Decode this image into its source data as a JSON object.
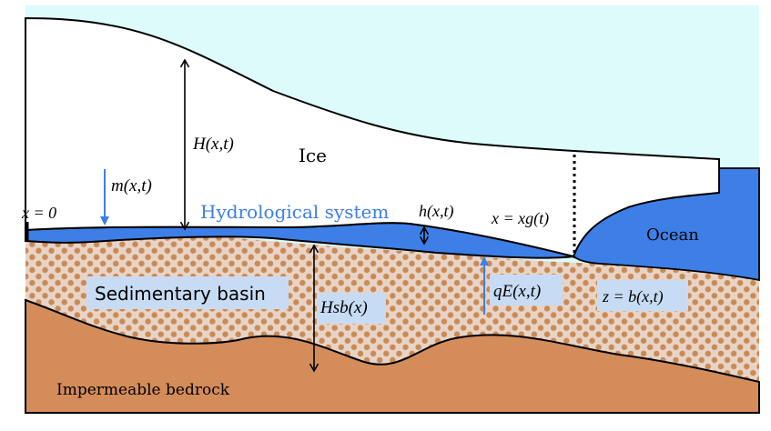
{
  "labels": {
    "ice": "Ice",
    "ocean": "Ocean",
    "hydro": "Hydrological system",
    "sediment": "Sedimentary basin",
    "bedrock": "Impermeable bedrock",
    "thickness": "H(x,t)",
    "melt": "m(x,t)",
    "origin": "x = 0",
    "water_depth": "h(x,t)",
    "grounding_line": "x = xg(t)",
    "basin_thickness": "Hsb(x)",
    "exchange": "qE(x,t)",
    "bed": "z = b(x,t)"
  },
  "colors": {
    "sky": "#ddfbfb",
    "ice": "#ffffff",
    "water": "#3d7fe6",
    "sediment_base": "#e8d4c6",
    "sediment_dots": "#c98a55",
    "bedrock": "#d48c5a",
    "blue_label": "#3d7fe6",
    "label_box": "#c7dcf4",
    "outline": "#000000"
  }
}
